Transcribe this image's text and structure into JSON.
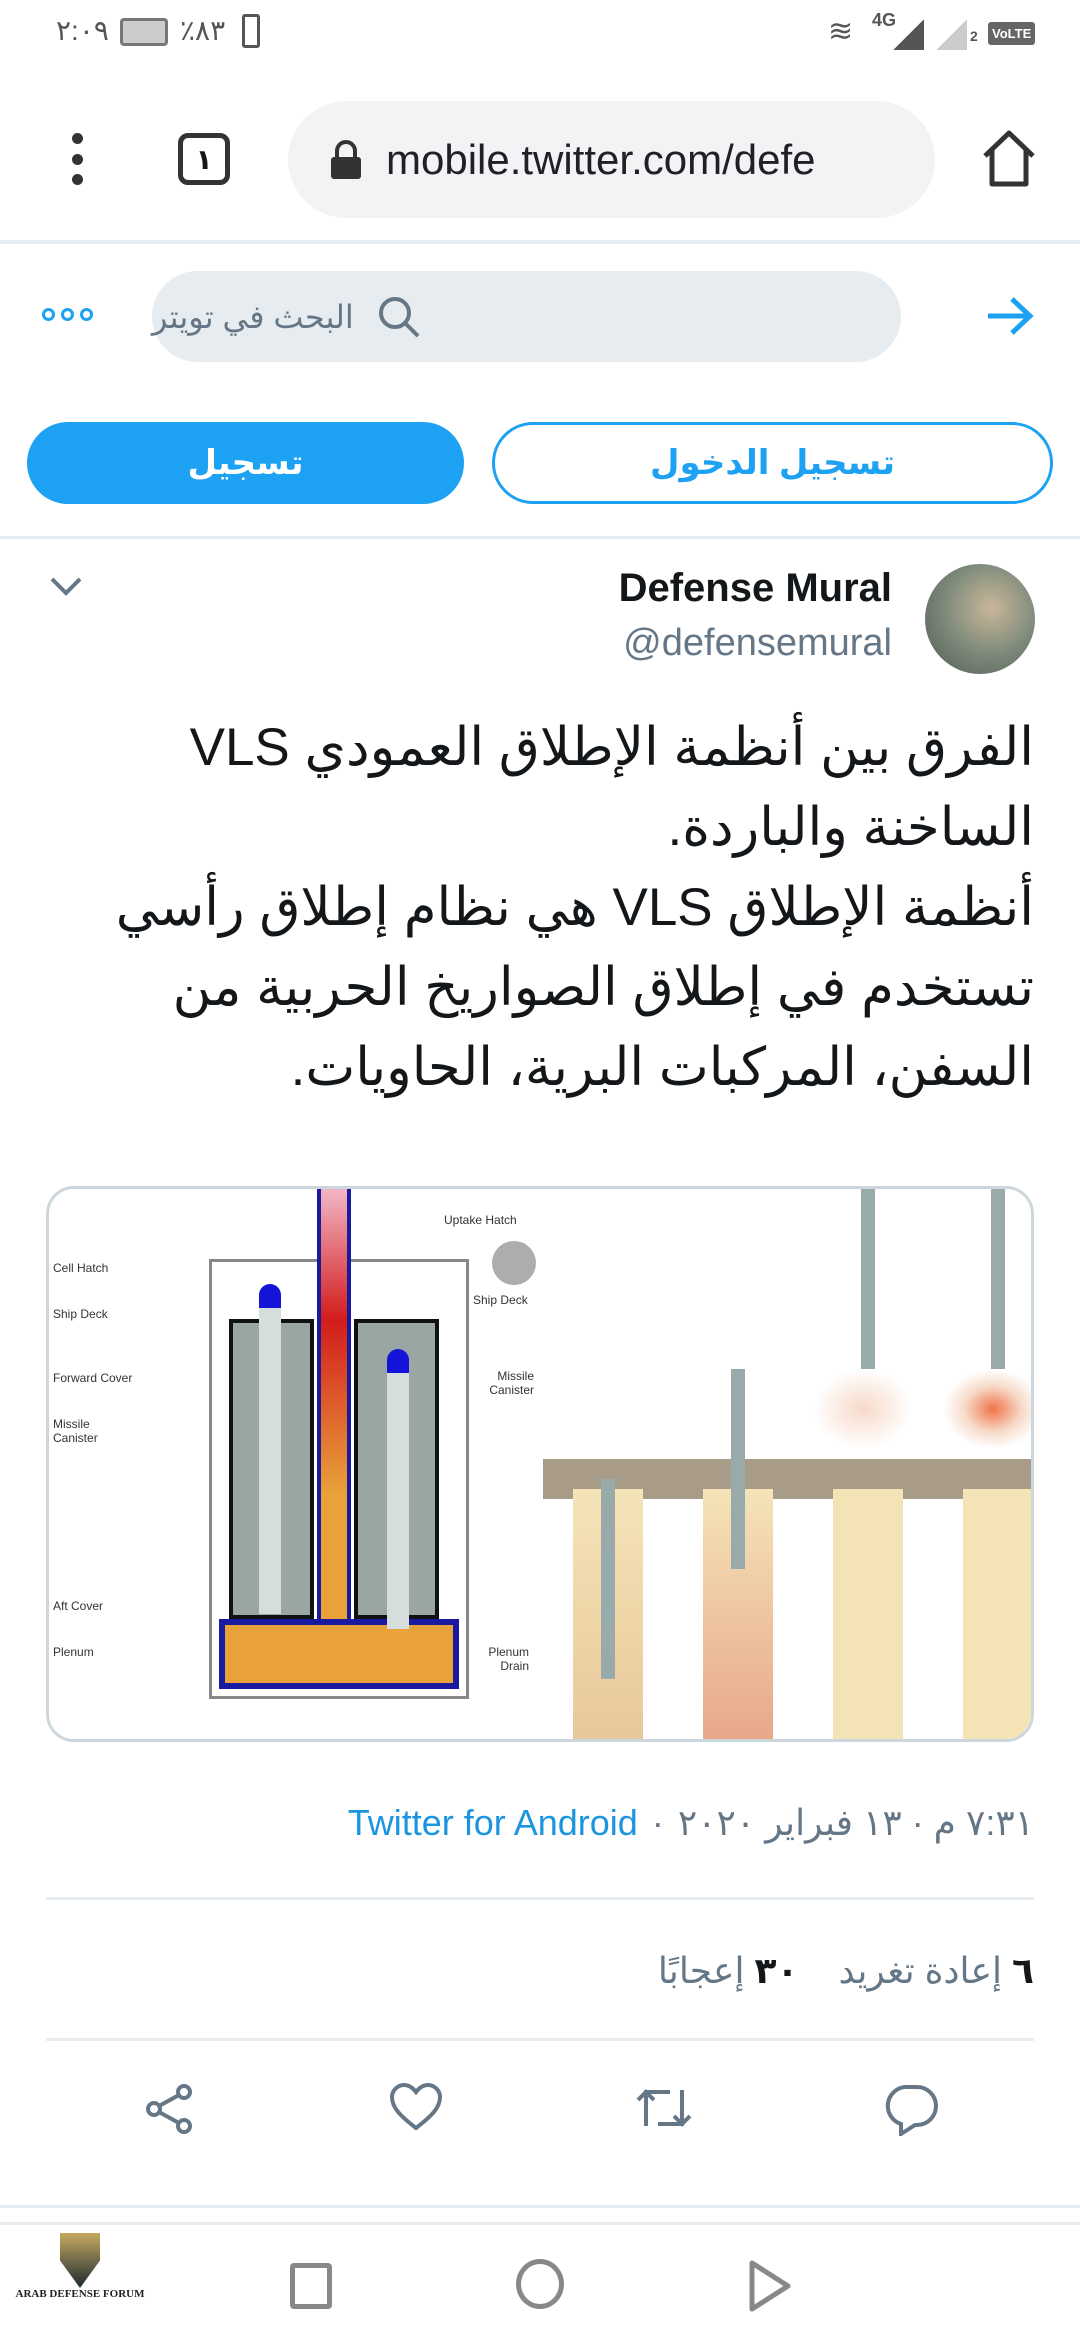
{
  "status_bar": {
    "time": "٢:٠٩",
    "battery": "٪٨٣",
    "network": "4G",
    "volte": "VoLTE",
    "sim2": "2"
  },
  "browser": {
    "url": "mobile.twitter.com/defe",
    "tab_count": "١"
  },
  "search": {
    "placeholder": "البحث في تويتر"
  },
  "auth": {
    "signup_label": "تسجيل",
    "login_label": "تسجيل الدخول"
  },
  "tweet": {
    "display_name": "Defense Mural",
    "handle": "@defensemural",
    "text_lines": [
      "الفرق بين أنظمة الإطلاق العمودي VLS",
      "الساخنة والباردة.",
      "أنظمة الإطلاق VLS هي نظام إطلاق رأسي",
      "تستخدم في إطلاق الصواريخ الحربية من",
      "السفن، المركبات البرية، الحاويات."
    ],
    "image_labels": {
      "uptake_hatch": "Uptake Hatch",
      "cell_hatch": "Cell Hatch",
      "ship_deck_left": "Ship Deck",
      "ship_deck_right": "Ship Deck",
      "forward_cover": "Forward Cover",
      "missile_canister_left": "Missile Canister",
      "missile_canister_right": "Missile Canister",
      "aft_cover": "Aft Cover",
      "plenum": "Plenum",
      "plenum_drain": "Plenum Drain"
    },
    "timestamp": "٧:٣١ م · ١٣ فبراير ٢٠٢٠",
    "separator": "·",
    "source": "Twitter for Android",
    "retweets_count": "٦",
    "retweets_label": "إعادة تغريد",
    "likes_count": "٣٠",
    "likes_label": "إعجابًا"
  },
  "watermark": {
    "title": "ARAB DEFENSE FORUM",
    "subtitle": "المنتدى العربي للدفاع والتسليح"
  },
  "colors": {
    "accent": "#1da1f2",
    "text": "#14171a",
    "muted": "#657786",
    "divider": "#e6ecf0"
  }
}
